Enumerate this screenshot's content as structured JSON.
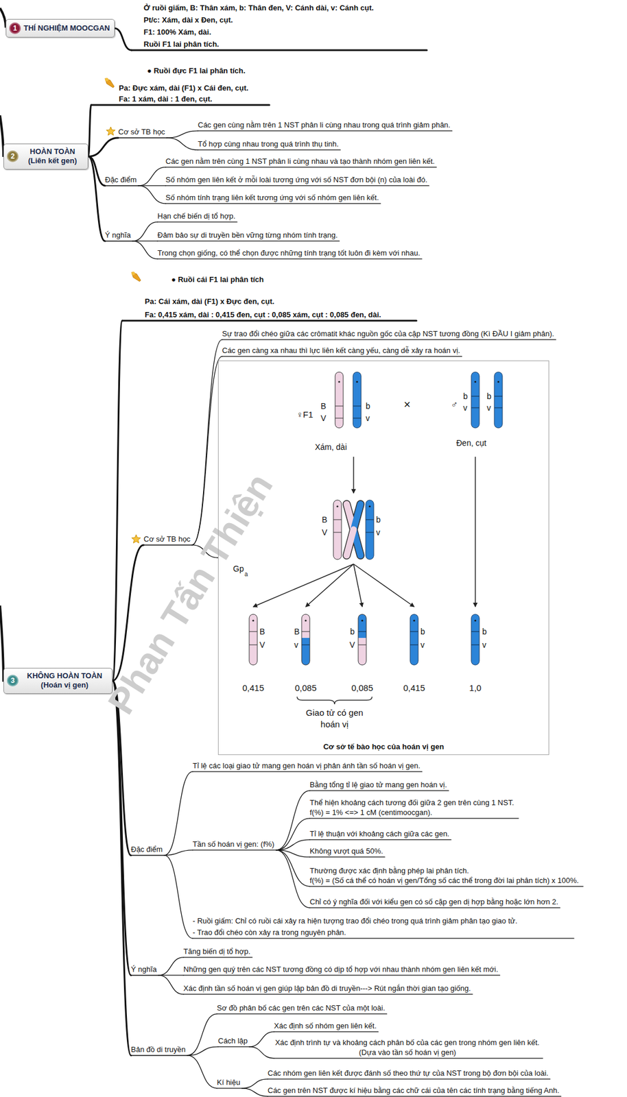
{
  "diagram": {
    "nodes": [
      {
        "text": [
          "1",
          "THÍ NGHIỆM MOOCGAN"
        ]
      },
      {
        "text": [
          "2",
          "HOÀN TOÀN (Liên kết gen)"
        ]
      },
      {
        "text": [
          "3",
          "KHÔNG HOÀN TOÀN (Hoán vị gen)"
        ]
      },
      {
        "text": [
          "Cơ sở tế bào học của hoán vị gen"
        ]
      }
    ],
    "labels": [
      "Ở ruồi giấm, B: Thân xám, b: Thân đen, V: Cánh dài, v: Cánh cụt.",
      "Pt/c: Xám, dài x Đen, cụt.",
      "F1: 100% Xám, dài.",
      "Ruồi F1 lai phân tích.",
      "● Ruồi đực F1 lai phân tích.",
      "Pa: Đực xám, dài (F1) x Cái đen, cụt.",
      "Fa: 1 xám, dài : 1 đen, cụt.",
      "Cơ sở TB học",
      "Các gen cùng nằm trên 1 NST phân li cùng nhau trong quá trình giảm phân.",
      "Tổ hợp cùng nhau trong quá trình thụ tinh.",
      "Đặc điểm",
      "Các gen nằm trên cùng 1 NST phân li cùng nhau và tạo thành nhóm gen liên kết.",
      "Số nhóm gen liên kết ở mỗi loài tương ứng với số NST đơn bội (n) của loài đó.",
      "Số nhóm tính trạng liên kết tương ứng với số nhóm gen liên kết.",
      "Ý nghĩa",
      "Hạn chế biến dị tổ hợp.",
      "Đảm bảo sự di truyền bền vững từng nhóm tính trạng.",
      "Trong chọn giống, có thể chọn được những tính trạng tốt luôn đi kèm với nhau.",
      "● Ruồi cái F1 lai phân tích",
      "Pa: Cái xám, dài (F1) x Đực đen, cụt.",
      "Fa: 0,415 xám, dài : 0,415 đen, cụt : 0,085 xám, cụt : 0,085 đen, dài.",
      "Sự trao đổi chéo giữa các crômatit khác nguồn gốc của cặp NST tương đồng (Kì ĐẦU I giảm phân).",
      "Các gen càng xa nhau thì lực liên kết càng yếu, càng dễ xảy ra hoán vị.",
      "Cơ sở TB học",
      "♀F1",
      "B",
      "V",
      "b",
      "v",
      "×",
      "♂",
      "b",
      "v",
      "b",
      "v",
      "Xám, dài",
      "Đen, cụt",
      "B",
      "V",
      "b",
      "v",
      "Gp",
      "a",
      "B",
      "V",
      "B",
      "v",
      "b",
      "V",
      "b",
      "v",
      "b",
      "v",
      "0,415",
      "0,085",
      "0,085",
      "0,415",
      "1,0",
      "Giao tử có gen hoán vị",
      "Tỉ lệ các loại giao tử mang gen hoán vị phản ánh tần số hoán vị gen.",
      "Đặc điểm",
      "Tần số hoán vị gen: (f%)",
      "Bằng tổng tỉ lệ giao tử mang gen hoán vị.",
      "Thể hiện khoảng cách tương đối giữa 2 gen trên cùng 1 NST. f(%) = 1% <=> 1 cM (centimoocgan).",
      "Tỉ lệ thuận với khoảng cách giữa các gen.",
      "Không vượt quá 50%.",
      "Thường được xác định bằng phép lai phân tích. f(%) = (Số cá thể có hoán vị gen/Tổng số các thể trong đời lai phân tích) x 100%.",
      "Chỉ có ý nghĩa đối với kiểu gen có số cặp gen dị hợp bằng hoặc lớn hơn 2.",
      "- Ruồi giấm: Chỉ có ruồi cái xảy ra hiện tượng trao đổi chéo trong quá trình giảm phân tạo giao tử.",
      "- Trao đổi chéo còn xảy ra trong nguyên phân.",
      "Tăng biến dị tổ hợp.",
      "Ý nghĩa",
      "Những gen quý trên các NST tương đồng có dịp tổ hợp với nhau thành nhóm gen liên kết mới.",
      "Xác định tần số hoán vị gen giúp lập bản đồ di truyền---> Rút ngắn thời gian tạo giống.",
      "Sơ đồ phân bố các gen trên các NST của một loài.",
      "Bản đồ di truyền",
      "Cách lập",
      "Xác định số nhóm gen liên kết.",
      "Xác định trình tự và khoảng cách phân bố của các gen trong nhóm gen liên kết. (Dựa vào tần số hoán vị gen)",
      "Kí hiệu",
      "Các nhóm gen liên kết được đánh số theo thứ tự của NST trong bộ đơn bội của loài.",
      "Các gen trên NST được kí hiệu bằng các chữ cái của tên các tính trạng bằng tiếng Anh.",
      "Phan Tấn Thiện"
    ]
  }
}
